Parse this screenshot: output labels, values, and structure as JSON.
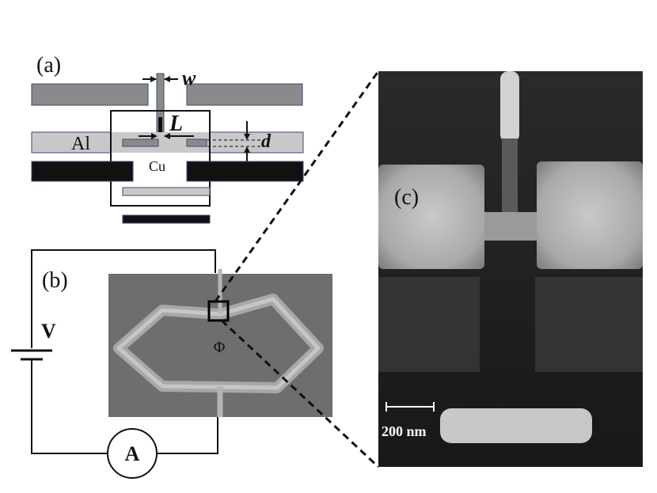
{
  "panels": {
    "a": {
      "label": "(a)"
    },
    "b": {
      "label": "(b)"
    },
    "c": {
      "label": "(c)"
    }
  },
  "schematic": {
    "width_symbol": "w",
    "length_symbol": "L",
    "distance_symbol": "d",
    "al_label": "Al",
    "cu_label": "Cu"
  },
  "circuit": {
    "voltage_label": "V",
    "ammeter_label": "A",
    "flux_label": "Φ"
  },
  "sem": {
    "scale_bar_label": "200 nm"
  },
  "colors": {
    "al": "#c8c8c8",
    "al_dark": "#8a8a8a",
    "dark_layer": "#111111",
    "outline": "#3a4a7a",
    "sem_bg_b": "#6e6e6e",
    "sem_bg_c": "#1e1e1e"
  }
}
